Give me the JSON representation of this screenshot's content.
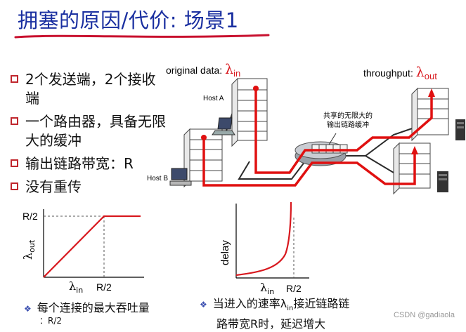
{
  "title": "拥塞的原因/代价: 场景1",
  "bullets": [
    "2个发送端，2个接收端",
    "一个路由器，具备无限大的缓冲",
    "输出链路带宽：R",
    "没有重传"
  ],
  "network": {
    "original_data_label": "original data:",
    "lambda_in": "λ",
    "lambda_in_sub": "in",
    "throughput_label": "throughput:",
    "lambda_out": "λ",
    "lambda_out_sub": "out",
    "host_a": "Host A",
    "host_b": "Host B",
    "buffer_note_line1": "共享的无限大的",
    "buffer_note_line2": "输出链路缓冲"
  },
  "graph_throughput": {
    "ytick": "R/2",
    "xtick": "R/2",
    "ylabel": "λ",
    "ylabel_sub": "out",
    "xlabel": "λ",
    "xlabel_sub": "in"
  },
  "graph_delay": {
    "ylabel": "delay",
    "xtick": "R/2",
    "xlabel": "λ",
    "xlabel_sub": "in"
  },
  "notes": {
    "left_line1": "每个连接的最大吞吐量",
    "left_line2": "：R/2",
    "right_line1_a": "当进入的速率λ",
    "right_line1_sub": "in",
    "right_line1_b": "接近链路链",
    "right_line2": "路带宽R时，延迟增大"
  },
  "watermark": "CSDN @gadiaola",
  "colors": {
    "title": "#1a2fa0",
    "accent": "#d8181e",
    "bullet_box": "#c0262d"
  }
}
